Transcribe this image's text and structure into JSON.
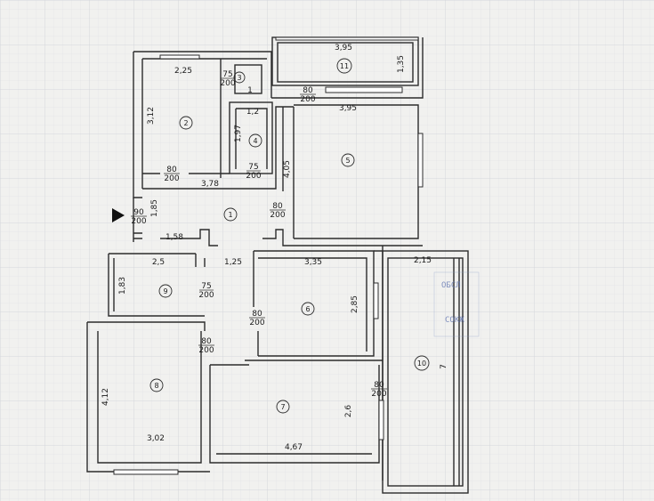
{
  "colors": {
    "paper": "#f1f1ef",
    "grid": "#cfd3d8",
    "wall": "#2c2c2c",
    "stamp": "#6d7fb6"
  },
  "rooms": [
    {
      "id": "1",
      "number": "1"
    },
    {
      "id": "2",
      "number": "2"
    },
    {
      "id": "3",
      "number": "3"
    },
    {
      "id": "4",
      "number": "4"
    },
    {
      "id": "5",
      "number": "5"
    },
    {
      "id": "6",
      "number": "6"
    },
    {
      "id": "7",
      "number": "7"
    },
    {
      "id": "8",
      "number": "8"
    },
    {
      "id": "9",
      "number": "9"
    },
    {
      "id": "10",
      "number": "10"
    },
    {
      "id": "11",
      "number": "11"
    }
  ],
  "dimensions": {
    "room11_width": "3,95",
    "room11_depth": "1,35",
    "room5_width": "3,95",
    "room5_depth": "4,05",
    "room2_width": "2,25",
    "room2_depth": "3,12",
    "room4_width": "1,2",
    "room4_depth": "1,97",
    "room3_side": "1",
    "corridor_width": "3,78",
    "entry_depth": "1,85",
    "entry_width": "1,58",
    "room9_width": "2,5",
    "room9_depth": "1,83",
    "passage_width": "1,25",
    "room6_width": "3,35",
    "room6_depth": "2,85",
    "room10_width": "2,15",
    "room10_length": "7",
    "room8_depth": "4,12",
    "room8_width": "3,02",
    "room7_width": "4,67",
    "room7_depth": "2,6"
  },
  "doors": {
    "d_room3": {
      "width": "75",
      "height": "200"
    },
    "d_room11": {
      "width": "80",
      "height": "200"
    },
    "d_room2": {
      "width": "80",
      "height": "200"
    },
    "d_room4": {
      "width": "75",
      "height": "200"
    },
    "d_room5": {
      "width": "80",
      "height": "200"
    },
    "d_entry": {
      "width": "90",
      "height": "200"
    },
    "d_room9": {
      "width": "75",
      "height": "200"
    },
    "d_room6": {
      "width": "80",
      "height": "200"
    },
    "d_room8": {
      "width": "80",
      "height": "200"
    },
    "d_room7": {
      "width": "80",
      "height": "200"
    }
  },
  "stamp_text": {
    "line1": "ОБСЛ",
    "line2": "СОКЖ"
  }
}
